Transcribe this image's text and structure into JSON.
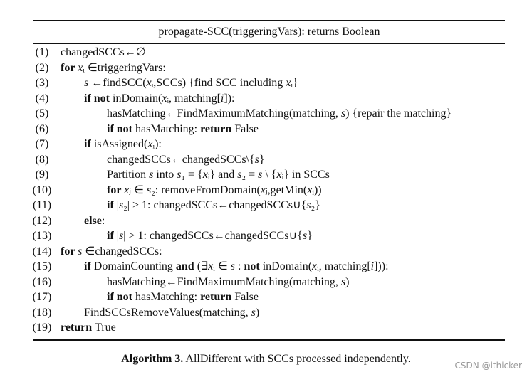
{
  "header": "propagate-SCC(triggeringVars): returns Boolean",
  "lines": [
    {
      "num": "(1)",
      "indent": 0,
      "segments": [
        [
          "t",
          "changedSCCs←∅"
        ]
      ]
    },
    {
      "num": "(2)",
      "indent": 0,
      "segments": [
        [
          "b",
          "for "
        ],
        [
          "i",
          "x"
        ],
        [
          "t",
          "ᵢ ∈triggeringVars:"
        ]
      ]
    },
    {
      "num": "(3)",
      "indent": 1,
      "segments": [
        [
          "i",
          "s "
        ],
        [
          "t",
          "←findSCC("
        ],
        [
          "i",
          "x"
        ],
        [
          "t",
          "ᵢ,SCCs) {find SCC including "
        ],
        [
          "i",
          "x"
        ],
        [
          "t",
          "ᵢ}"
        ]
      ]
    },
    {
      "num": "(4)",
      "indent": 1,
      "segments": [
        [
          "b",
          "if not "
        ],
        [
          "t",
          "inDomain("
        ],
        [
          "i",
          "x"
        ],
        [
          "t",
          "ᵢ, matching["
        ],
        [
          "i",
          "i"
        ],
        [
          "t",
          "]):"
        ]
      ]
    },
    {
      "num": "(5)",
      "indent": 2,
      "segments": [
        [
          "t",
          "hasMatching←FindMaximumMatching(matching, "
        ],
        [
          "i",
          "s"
        ],
        [
          "t",
          ") {repair the matching}"
        ]
      ]
    },
    {
      "num": "(6)",
      "indent": 2,
      "segments": [
        [
          "b",
          "if not "
        ],
        [
          "t",
          "hasMatching: "
        ],
        [
          "b",
          "return "
        ],
        [
          "t",
          "False"
        ]
      ]
    },
    {
      "num": "(7)",
      "indent": 1,
      "segments": [
        [
          "b",
          "if "
        ],
        [
          "t",
          "isAssigned("
        ],
        [
          "i",
          "x"
        ],
        [
          "t",
          "ᵢ):"
        ]
      ]
    },
    {
      "num": "(8)",
      "indent": 2,
      "segments": [
        [
          "t",
          "changedSCCs←changedSCCs\\{"
        ],
        [
          "i",
          "s"
        ],
        [
          "t",
          "}"
        ]
      ]
    },
    {
      "num": "(9)",
      "indent": 2,
      "segments": [
        [
          "t",
          "Partition "
        ],
        [
          "i",
          "s"
        ],
        [
          "t",
          " into "
        ],
        [
          "i",
          "s"
        ],
        [
          "t",
          "₁ = {"
        ],
        [
          "i",
          "x"
        ],
        [
          "t",
          "ᵢ} and "
        ],
        [
          "i",
          "s"
        ],
        [
          "t",
          "₂ = "
        ],
        [
          "i",
          "s"
        ],
        [
          "t",
          " \\ {"
        ],
        [
          "i",
          "x"
        ],
        [
          "t",
          "ᵢ} in SCCs"
        ]
      ]
    },
    {
      "num": "(10)",
      "indent": 2,
      "segments": [
        [
          "b",
          "for "
        ],
        [
          "i",
          "x"
        ],
        [
          "t",
          "ⱼ ∈ "
        ],
        [
          "i",
          "s"
        ],
        [
          "t",
          "₂: removeFromDomain("
        ],
        [
          "i",
          "x"
        ],
        [
          "t",
          "ⱼ,getMin("
        ],
        [
          "i",
          "x"
        ],
        [
          "t",
          "ᵢ))"
        ]
      ]
    },
    {
      "num": "(11)",
      "indent": 2,
      "segments": [
        [
          "b",
          "if "
        ],
        [
          "t",
          "|"
        ],
        [
          "i",
          "s"
        ],
        [
          "t",
          "₂| > 1: changedSCCs←changedSCCs∪{"
        ],
        [
          "i",
          "s"
        ],
        [
          "t",
          "₂}"
        ]
      ]
    },
    {
      "num": "(12)",
      "indent": 1,
      "segments": [
        [
          "b",
          "else"
        ],
        [
          "t",
          ":"
        ]
      ]
    },
    {
      "num": "(13)",
      "indent": 2,
      "segments": [
        [
          "b",
          "if "
        ],
        [
          "t",
          "|"
        ],
        [
          "i",
          "s"
        ],
        [
          "t",
          "| > 1: changedSCCs←changedSCCs∪{"
        ],
        [
          "i",
          "s"
        ],
        [
          "t",
          "}"
        ]
      ]
    },
    {
      "num": "(14)",
      "indent": 0,
      "segments": [
        [
          "b",
          "for "
        ],
        [
          "i",
          "s "
        ],
        [
          "t",
          "∈changedSCCs:"
        ]
      ]
    },
    {
      "num": "(15)",
      "indent": 1,
      "segments": [
        [
          "b",
          "if "
        ],
        [
          "t",
          "DomainCounting "
        ],
        [
          "b",
          "and "
        ],
        [
          "t",
          "(∃"
        ],
        [
          "i",
          "x"
        ],
        [
          "t",
          "ᵢ ∈ "
        ],
        [
          "i",
          "s"
        ],
        [
          "t",
          " : "
        ],
        [
          "b",
          "not "
        ],
        [
          "t",
          "inDomain("
        ],
        [
          "i",
          "x"
        ],
        [
          "t",
          "ᵢ, matching["
        ],
        [
          "i",
          "i"
        ],
        [
          "t",
          "])):"
        ]
      ]
    },
    {
      "num": "(16)",
      "indent": 2,
      "segments": [
        [
          "t",
          "hasMatching←FindMaximumMatching(matching, "
        ],
        [
          "i",
          "s"
        ],
        [
          "t",
          ")"
        ]
      ]
    },
    {
      "num": "(17)",
      "indent": 2,
      "segments": [
        [
          "b",
          "if not "
        ],
        [
          "t",
          "hasMatching: "
        ],
        [
          "b",
          "return "
        ],
        [
          "t",
          "False"
        ]
      ]
    },
    {
      "num": "(18)",
      "indent": 1,
      "segments": [
        [
          "t",
          "FindSCCsRemoveValues(matching, "
        ],
        [
          "i",
          "s"
        ],
        [
          "t",
          ")"
        ]
      ]
    },
    {
      "num": "(19)",
      "indent": 0,
      "segments": [
        [
          "b",
          "return "
        ],
        [
          "t",
          "True"
        ]
      ]
    }
  ],
  "caption": {
    "label": "Algorithm 3.",
    "text": " AllDifferent with SCCs processed independently."
  },
  "watermark": "CSDN @ithicker"
}
